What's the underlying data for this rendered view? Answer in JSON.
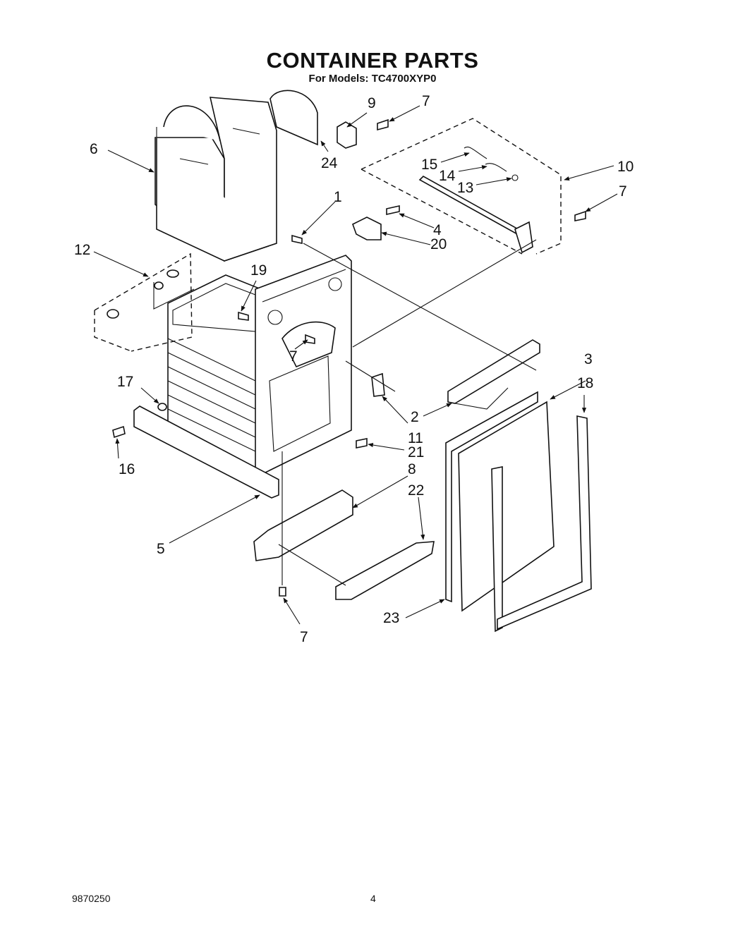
{
  "title": "CONTAINER PARTS",
  "subtitle": "For Models:  TC4700XYP0",
  "footer": {
    "doc_number": "9870250",
    "page_number": "4"
  },
  "callouts": [
    {
      "id": "c1",
      "label": "1"
    },
    {
      "id": "c2",
      "label": "2"
    },
    {
      "id": "c3",
      "label": "3"
    },
    {
      "id": "c4",
      "label": "4"
    },
    {
      "id": "c5",
      "label": "5"
    },
    {
      "id": "c6",
      "label": "6"
    },
    {
      "id": "c7a",
      "label": "7"
    },
    {
      "id": "c7b",
      "label": "7"
    },
    {
      "id": "c7c",
      "label": "7"
    },
    {
      "id": "c7d",
      "label": "7"
    },
    {
      "id": "c8",
      "label": "8"
    },
    {
      "id": "c9",
      "label": "9"
    },
    {
      "id": "c10",
      "label": "10"
    },
    {
      "id": "c11",
      "label": "11"
    },
    {
      "id": "c12",
      "label": "12"
    },
    {
      "id": "c13",
      "label": "13"
    },
    {
      "id": "c14",
      "label": "14"
    },
    {
      "id": "c15",
      "label": "15"
    },
    {
      "id": "c16",
      "label": "16"
    },
    {
      "id": "c17",
      "label": "17"
    },
    {
      "id": "c18",
      "label": "18"
    },
    {
      "id": "c19",
      "label": "19"
    },
    {
      "id": "c20",
      "label": "20"
    },
    {
      "id": "c21",
      "label": "21"
    },
    {
      "id": "c22",
      "label": "22"
    },
    {
      "id": "c23",
      "label": "23"
    },
    {
      "id": "c24",
      "label": "24"
    }
  ]
}
